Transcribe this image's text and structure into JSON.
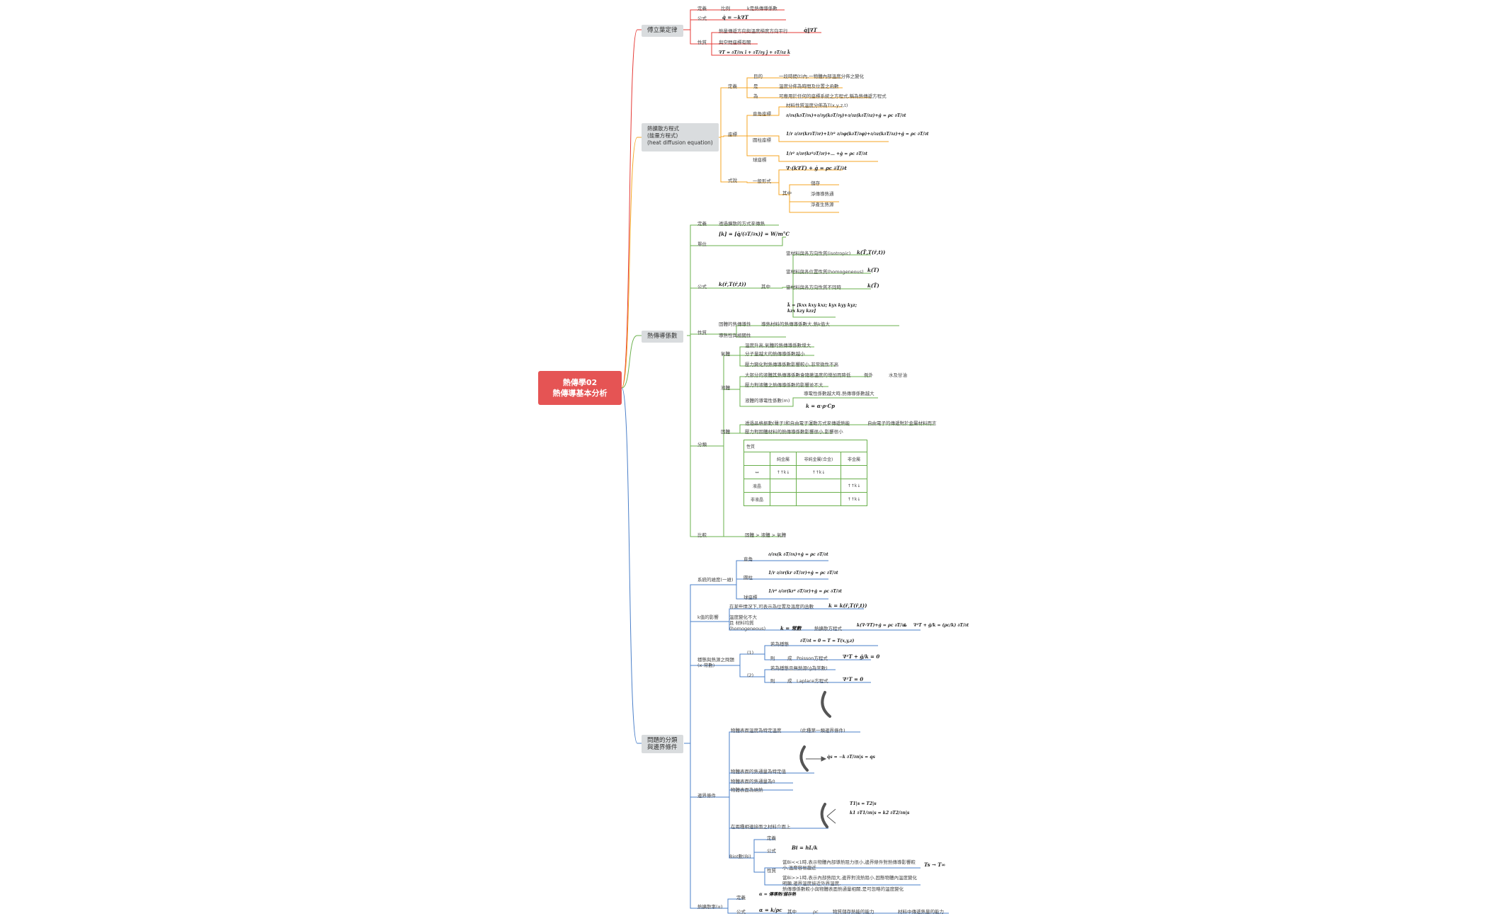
{
  "root": {
    "line1": "熱傳學02",
    "line2": "熱傳導基本分析"
  },
  "colors": {
    "root": "#e55454",
    "fourier": "#e53935",
    "diffusion": "#f5a623",
    "conductivity": "#6ab04c",
    "boundary": "#4a7fc9"
  },
  "fourier": {
    "title": "傅立葉定律",
    "def_label": "定義",
    "def_sub": "比例",
    "def_text": "k是熱傳導係數",
    "eq_label": "公式",
    "eq": "q̇ = −k∇T",
    "prop_label": "性質",
    "prop1": "熱量傳遞方向與溫度梯度方向平行",
    "prop1_eq": "q̇‖∇T",
    "prop2": "與空間座標有關",
    "prop3_eq": "∇T = ∂T/∂x î + ∂T/∂y ĵ + ∂T/∂z k̂"
  },
  "diffusion": {
    "title_l1": "熱擴散方程式",
    "title_l2": "(能量方程式)",
    "title_l3": "(heat diffusion equation)",
    "def_label": "定義",
    "def1_tag": "目的",
    "def1": "一段時間(t)內,一物體內部溫度分佈之變化",
    "def2_tag": "是",
    "def2": "溫度分佈為時間及位置之函數",
    "def3_tag": "為",
    "def3": "可應用於任何的座標系統之方程式,稱為熱傳遞方程式",
    "coord_label": "座標",
    "coord_note": "材料性質溫度分佈為T(x,y,z,t)",
    "cart": "直角座標",
    "cart_eq": "∂/∂x(k∂T/∂x)+∂/∂y(k∂T/∂y)+∂/∂z(k∂T/∂z)+ġ = ρc ∂T/∂t",
    "cyl": "圓柱座標",
    "cyl_eq": "1/r ∂/∂r(kr∂T/∂r)+1/r² ∂/∂φ(k∂T/∂φ)+∂/∂z(k∂T/∂z)+ġ = ρc ∂T/∂t",
    "sph": "球座標",
    "sph_eq": "1/r² ∂/∂r(kr²∂T/∂r)+… +ġ = ρc ∂T/∂t",
    "form_label": "式說",
    "general": "一般形式",
    "general_eq": "∇·(k∇T) + ġ = ρc ∂T/∂t",
    "other_label": "其中",
    "o1": "儲存",
    "o2": "淨傳導熱通",
    "o3": "淨產生熱源"
  },
  "conductivity": {
    "title": "熱傳導係數",
    "def_label": "定義",
    "def_text": "透過擴散的方式來傳熱",
    "unit_label": "單位",
    "unit_eq": "[k] = [q̇/(∂T/∂x)] = W/m°C",
    "form_label": "公式",
    "form_eq": "k(r̄,T(r̄,t))",
    "form_sub": "其中",
    "iso": "當材料與各方向性質(isotropic)",
    "iso_eq": "k(T̄,T(r̄,t))",
    "homo": "當材料與各位置性質(homogeneous)",
    "homo_eq": "k(T)",
    "aniso": "當材料與各方向性質不同時",
    "aniso_eq": "k(T̄)",
    "tensor_eq": "k̄ = [kxx kxy kxz; kyx kyy kyz; kzx kzy kzz]",
    "prop_label": "性質",
    "prop1": "固體的熱傳導性",
    "prop1_note": "導熱材料的熱傳導係數大,熱k值大",
    "prop2": "導熱性與相關性",
    "cls_label": "分類",
    "gas_label": "氣體",
    "gas1": "溫度升高,氣體的熱傳導係數增大",
    "gas2": "分子量越大的熱傳導係數越小",
    "gas3": "壓力變化對熱傳導係數影響較小,非常微性不高",
    "liq_label": "液體",
    "liq1": "大部分的液體其熱傳導係數會隨著溫度的增加而降低",
    "liq1_a": "例外",
    "liq1_b": "水及甘油",
    "liq2": "壓力對液體之熱傳導係數的影響並不大",
    "liq3": "液體的導電性係數(m)",
    "liq3_note": "導電性係數越大時,熱傳導係數越大",
    "liq3_eq": "k = α·ρ·Cp",
    "sol_label": "固體",
    "sol1": "透過晶格振動(聲子)和自由電子運動方式來傳遞熱能",
    "sol1_note": "自由電子的傳遞對於金屬材料而言",
    "sol2": "壓力對固體材料的熱傳導係數影響很小,影響很小",
    "tbl_title": "性質",
    "tbl_header": [
      "",
      "純金屬",
      "非純金屬(合金)",
      "非金屬"
    ],
    "tbl_rows": [
      [
        "↔",
        "↑↑k↓",
        "↑↑k↓",
        ""
      ],
      [
        "液晶",
        "",
        "",
        "↑↑k↓"
      ],
      [
        "非液晶",
        "",
        "",
        "↑↑k↓"
      ]
    ],
    "cmp_label": "比較",
    "cmp_text": "固體 > 液體 > 氣體"
  },
  "boundary": {
    "title_l1": "問題的分類",
    "title_l2": "與邊界條件",
    "dim_label": "系統的維度(一維)",
    "d1": "直角",
    "d1_eq": "∂/∂x(k ∂T/∂x)+ġ = ρc ∂T/∂t",
    "d2": "圓柱",
    "d2_eq": "1/r ∂/∂r(kr ∂T/∂r)+ġ = ρc ∂T/∂t",
    "d3": "球座標",
    "d3_eq": "1/r² ∂/∂r(kr² ∂T/∂r)+ġ = ρc ∂T/∂t",
    "k_label": "k值的影響",
    "k1": "在某些情況下,可表示為位置及溫度的函數",
    "k1_eq": "k = k(r̄,T(r̄,t))",
    "k2_l1": "溫度變化不大",
    "k2_l2": "且 材料均質",
    "k2_l3": "(homogeneous)",
    "k2_const": "k = 常數",
    "k2_note": "熱擴散方程式",
    "k2_eq": "k(∇·∇T)+ġ = ρc ∂T/∂t",
    "k2_eq2": "⇒",
    "k2_eq3": "∇²T + ġ/k = (ρc/k) ∂T/∂t",
    "steady_label_l1": "穩態與熱源之問題",
    "steady_label_l2": "(x-常數)",
    "s1_tag": "(1)",
    "s1_a": "若為穩態",
    "s1_eq": "∂T/∂t = 0 ⇒ T = T(x,y,z)",
    "s1_b": "則",
    "s1_c": "成",
    "s1_d": "Poisson方程式",
    "s1_eq2": "∇²T + ġ/k = 0",
    "s2_tag": "(2)",
    "s2_a": "若為穩態且無熱源(ġ為常數)",
    "s2_b": "則",
    "s2_c": "成",
    "s2_d": "Laplace方程式",
    "s2_eq": "∇²T = 0",
    "bc_label": "邊界條件",
    "bc1": "物體表面溫度為特定溫度",
    "bc1_note": "(此種第一類邊界條件)",
    "bc2": "物體表面的熱通量為特定值",
    "bc2_eq": "q̇s = −k ∂T/∂n|s = qs",
    "bc3": "物體表面的熱通量為0",
    "bc4": "物體表面為絕熱",
    "bc5": "在兩種相連接面之材料介面上",
    "bc5_eq1": "T1|s = T2|s",
    "bc5_eq2": "k1 ∂T1/∂n|s = k2 ∂T2/∂n|s",
    "bi_label": "Biot數(Bi)",
    "bi_def": "定義",
    "bi_form": "公式",
    "bi_eq": "Bi = hL/k",
    "bi_prop": "性質",
    "bi_p1": "當Bi<<1時,表示物體內部導熱阻力很小,邊界條件對熱傳導影響較小,溫度容易趨近",
    "bi_p1_eq": "Ts → T∞",
    "bi_p2": "當Bi>>1時,表示內部熱阻大,邊界對流熱阻小,固態物體內溫度變化明顯,邊界溫度接近外界溫度,",
    "bi_p2b": "熱傳導係數較小與物體表面熱通量相關,是可忽略的溫度變化",
    "alpha_label": "熱擴散率(α)",
    "a_def": "定義",
    "a_def_eq": "α = 傳導熱/儲存熱",
    "a_form": "公式",
    "a_form_eq": "α = k/ρc",
    "a_other": "其中",
    "a_pc": "ρc",
    "a_note": "物質儲存熱能的能力",
    "a_note2": "材料中傳遞熱量的能力"
  }
}
